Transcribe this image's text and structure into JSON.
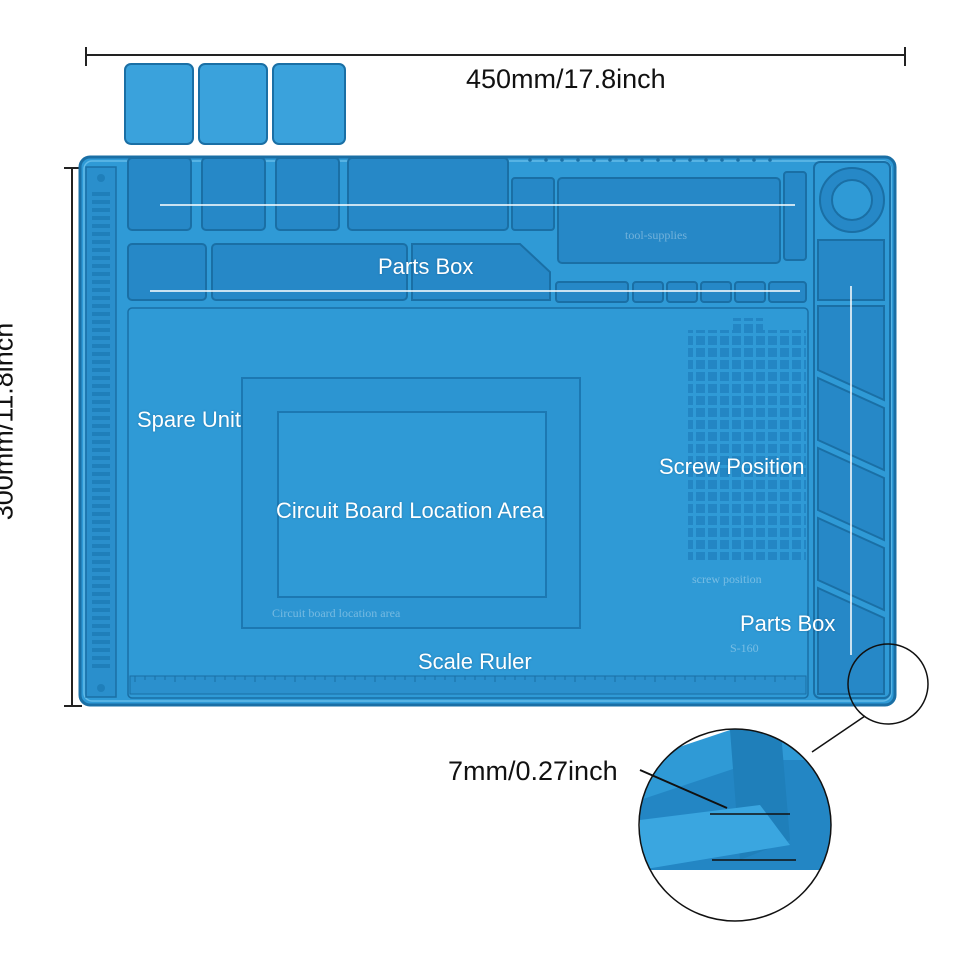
{
  "dimensions": {
    "width": "450mm/17.8inch",
    "height": "300mm/11.8inch",
    "thickness": "7mm/0.27inch"
  },
  "zone_labels": {
    "parts_box_top": "Parts Box",
    "spare_unit": "Spare Unit",
    "circuit_board": "Circuit Board Location Area",
    "screw_position": "Screw Position",
    "parts_box_right": "Parts Box",
    "scale_ruler": "Scale Ruler"
  },
  "embossed_text": {
    "tool_supplies": "tool-supplies",
    "circuit_board_area": "Circuit board location area",
    "screw_position": "screw position",
    "model": "S-160"
  },
  "colors": {
    "mat": "#2f9ad6",
    "mat_dark": "#1f7fba",
    "mat_light": "#55b3e6"
  }
}
